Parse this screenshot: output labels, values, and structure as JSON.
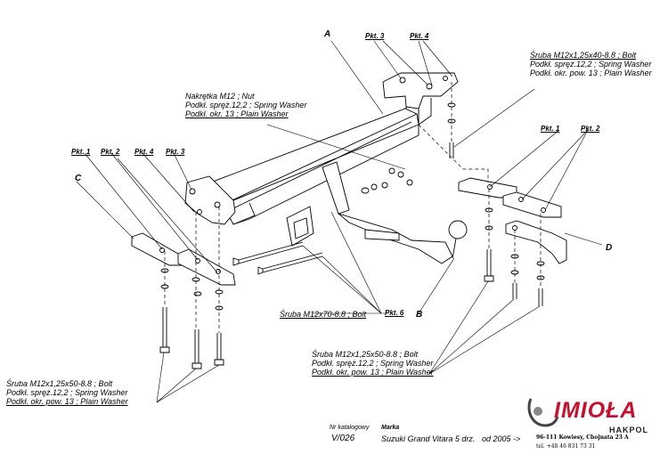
{
  "labels": {
    "A": "A",
    "B": "B",
    "C": "C",
    "D": "D"
  },
  "points": {
    "top_pkt3": "Pkt. 3",
    "top_pkt4": "Pkt. 4",
    "left_pkt1": "Pkt. 1",
    "left_pkt2": "Pkt. 2",
    "left_pkt4": "Pkt. 4",
    "left_pkt3": "Pkt. 3",
    "right_pkt1": "Pkt. 1",
    "right_pkt2": "Pkt. 2",
    "pkt6": "Pkt. 6"
  },
  "notes": {
    "top_right": [
      "Śruba M12x1,25x40-8.8 ;  Bolt",
      "Podkł. spręż.12,2 ; Spring Washer",
      "Podkł. okr. pow. 13 ; Plain Washer"
    ],
    "nut": [
      "Nakrętka  M12 ; Nut",
      "Podkł. spręż.12,2 ; Spring Washer",
      "Podkł. okr. 13 ; Plain Washer"
    ],
    "center_bolt": "Śruba M12x70-8.8 ;  Bolt",
    "bottom_center": [
      "Śruba M12x1,25x50-8.8 ;  Bolt",
      "Podkł. spręż.12,2 ; Spring Washer",
      "Podkł. okr. pow. 13 ; Plain Washer"
    ],
    "bottom_left": [
      "Śruba M12x1,25x50-8.8 ;  Bolt",
      "Podkł. spręż.12,2 ; Spring Washer",
      "Podkł. okr. pow. 13 ; Plain Washer"
    ]
  },
  "footer": {
    "catalog_label": "Nr katalogowy",
    "catalog_no": "V/026",
    "brand_label": "Marka",
    "car": "Suzuki Grand Vitara 5 drz.",
    "since": "od 2005 ->",
    "address": "96-111 Kowiesy, Chojnata 23 A",
    "phone": "tel. +48 46 831 73 31"
  },
  "logo": {
    "name": "IMIOŁA",
    "sub": "HAKPOL",
    "color": "#c8102e"
  }
}
